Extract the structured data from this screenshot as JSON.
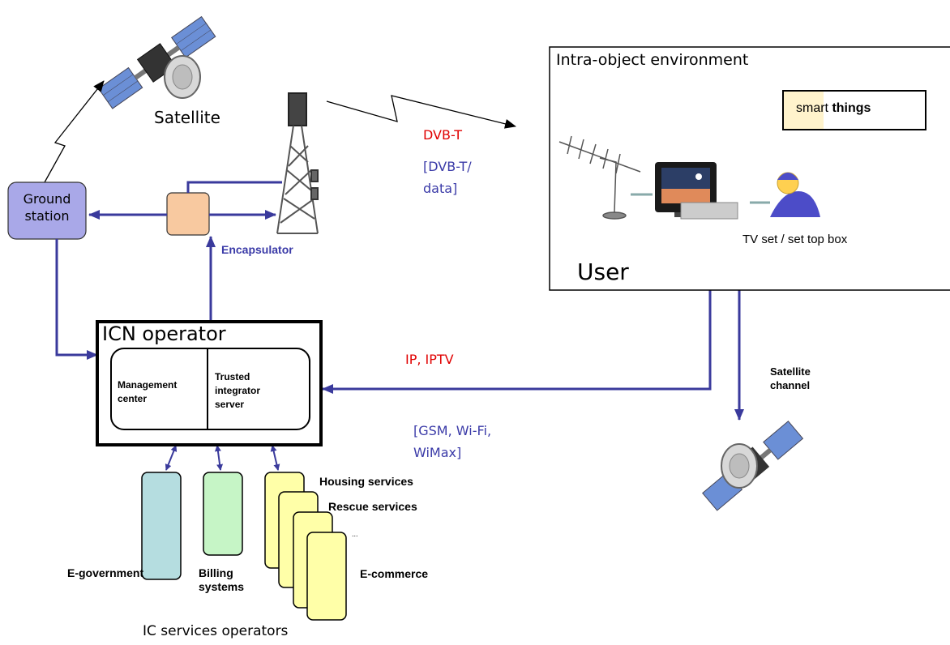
{
  "satellite_top": {
    "label": "Satellite"
  },
  "ground_station": {
    "label": "Ground station"
  },
  "encapsulator": {
    "label": "Encapsulator"
  },
  "links": {
    "dvbt": "DVB-T",
    "dvbt_data_line1": "[DVB-T/",
    "dvbt_data_line2": "data]",
    "ip_iptv": "IP, IPTV",
    "gsm_line1": "[GSM, Wi-Fi,",
    "gsm_line2": "WiMax]",
    "satellite_channel_line1": "Satellite",
    "satellite_channel_line2": "channel"
  },
  "intra_object": {
    "title": "Intra-object environment",
    "smart_things_part1": "smart",
    "smart_things_part2": "things",
    "tv_label": "TV set / set top box",
    "user_label": "User"
  },
  "icn_operator": {
    "title": "ICN operator",
    "management_line1": "Management",
    "management_line2": "center",
    "trusted_line1": "Trusted",
    "trusted_line2": "integrator",
    "trusted_line3": "server"
  },
  "services": {
    "egovernment": "E-government",
    "billing_line1": "Billing",
    "billing_line2": "systems",
    "housing": "Housing services",
    "rescue": "Rescue services",
    "ellipsis": "...",
    "ecommerce": "E-commerce",
    "operators_caption": "IC services operators"
  },
  "colors": {
    "arrow_blue": "#3a3a9c",
    "red_text": "#e00000",
    "blue_text": "#3b3ba8",
    "ground_fill": "#a9a8e8",
    "encap_fill": "#f8c9a0",
    "egov_fill": "#b5dde0",
    "billing_fill": "#c6f5c6",
    "yellow_fill": "#ffffa8"
  }
}
